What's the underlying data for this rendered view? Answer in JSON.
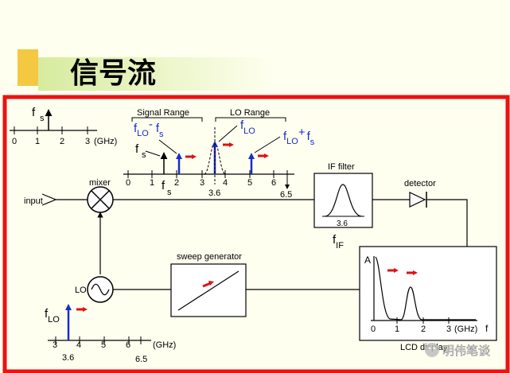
{
  "slide": {
    "title": "信号流",
    "watermark": "明伟笔谈"
  },
  "colors": {
    "background": "#fffff0",
    "header_accent": "#f5c842",
    "header_green": "#cce68a",
    "frame": "#ee1111",
    "signal_blue": "#1a2bcc",
    "marker_red": "#e01010"
  },
  "input_spectrum": {
    "signal_label": "f",
    "signal_sub": "s",
    "ticks": [
      "0",
      "1",
      "2",
      "3"
    ],
    "unit": "(GHz)"
  },
  "mixer_spectrum": {
    "signal_range_label": "Signal Range",
    "lo_range_label": "LO Range",
    "fs_label": "f",
    "fs_sub": "s",
    "flo_minus_fs": {
      "f1": "f",
      "lo": "LO",
      "minus": "-",
      "f2": "f",
      "s": "s"
    },
    "flo_label": "f",
    "flo_sub": "LO",
    "flo_plus_fs": {
      "f1": "f",
      "lo": "LO",
      "plus": "+",
      "f2": "f",
      "s": "s"
    },
    "ticks": [
      "0",
      "1",
      "2",
      "3",
      "4",
      "5",
      "6"
    ],
    "marker_36": "3.6",
    "marker_65": "6.5",
    "fs_axis_label": "f",
    "fs_axis_sub": "s"
  },
  "blocks": {
    "input_label": "input",
    "mixer_label": "mixer",
    "if_filter_label": "IF filter",
    "if_value": "3.6",
    "fif_label": "f",
    "fif_sub": "IF",
    "detector_label": "detector",
    "lo_label": "LO",
    "sweep_label": "sweep generator"
  },
  "lo_spectrum": {
    "label": "f",
    "sub": "LO",
    "ticks": [
      "3",
      "4",
      "5",
      "6"
    ],
    "unit": "(GHz)",
    "marker_36": "3.6",
    "marker_65": "6.5"
  },
  "display": {
    "amp_label": "A",
    "ticks": [
      "0",
      "1",
      "2",
      "3"
    ],
    "unit": "(GHz)",
    "f_label": "f",
    "name": "LCD display"
  }
}
